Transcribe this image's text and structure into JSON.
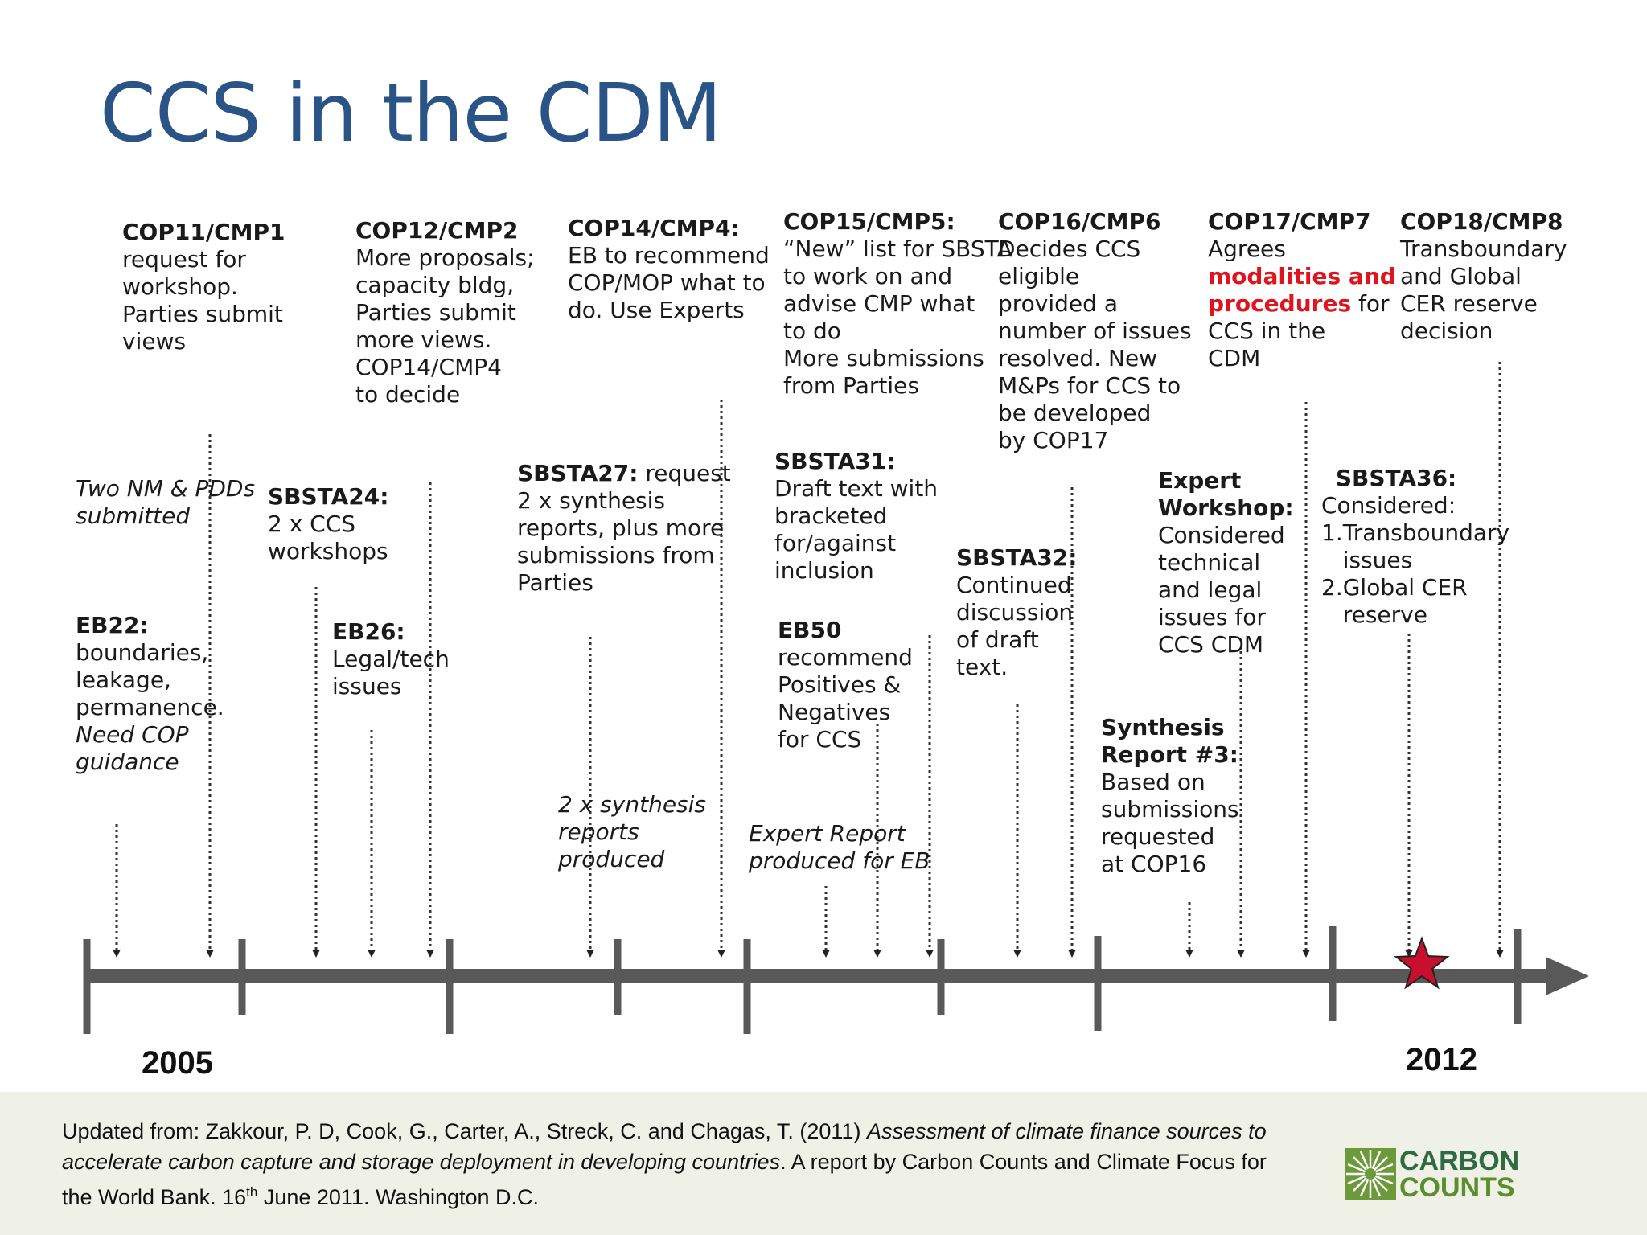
{
  "slide": {
    "title": "CCS in the CDM"
  },
  "timeline": {
    "start_year": "2005",
    "end_year": "2012"
  },
  "events": [
    {
      "id": "cop11",
      "heading": "COP11/CMP1",
      "lines": [
        "request for",
        "workshop.",
        "Parties submit",
        "views"
      ]
    },
    {
      "id": "cop12",
      "heading": "COP12/CMP2",
      "lines": [
        "More proposals;",
        "capacity bldg,",
        "Parties submit",
        "more views.",
        "COP14/CMP4",
        "to decide"
      ]
    },
    {
      "id": "cop14",
      "heading": "COP14/CMP4:",
      "lines": [
        "EB to recommend",
        "COP/MOP what to",
        "do. Use Experts"
      ]
    },
    {
      "id": "cop15",
      "heading": "COP15/CMP5:",
      "lines": [
        "“New” list for SBSTA",
        "to work on and",
        "advise CMP what",
        "to do",
        "More submissions",
        "from Parties"
      ]
    },
    {
      "id": "cop16",
      "heading": "COP16/CMP6",
      "lines": [
        "Decides CCS",
        "eligible",
        "provided a",
        "number of issues",
        "resolved. New",
        "M&Ps for CCS to",
        "be developed",
        "by COP17"
      ]
    },
    {
      "id": "cop17",
      "heading": "COP17/CMP7",
      "line1": "Agrees",
      "highlight1": "modalities and",
      "highlight2": "procedures",
      "tail2": " for",
      "line4": "CCS in the",
      "line5": "CDM"
    },
    {
      "id": "cop18",
      "heading": "COP18/CMP8",
      "lines": [
        "Transboundary",
        "and Global",
        "CER reserve",
        "decision"
      ]
    },
    {
      "id": "nm",
      "lines_italic": [
        "Two NM & PDDs",
        "submitted"
      ]
    },
    {
      "id": "sbsta24",
      "heading": "SBSTA24:",
      "lines": [
        "2 x CCS",
        "workshops"
      ]
    },
    {
      "id": "sbsta27",
      "heading": "SBSTA27:",
      "heading_tail": " request",
      "lines": [
        "2 x synthesis",
        "reports, plus more",
        "submissions from",
        "Parties"
      ]
    },
    {
      "id": "sbsta31",
      "heading": "SBSTA31:",
      "lines": [
        "Draft text with",
        "bracketed",
        "for/against",
        "inclusion"
      ]
    },
    {
      "id": "sbsta32",
      "heading": "SBSTA32:",
      "lines": [
        "Continued",
        "discussion",
        "of draft",
        "text."
      ]
    },
    {
      "id": "expert",
      "heading_lines": [
        "Expert",
        "Workshop:"
      ],
      "lines": [
        "Considered",
        "technical",
        "and legal",
        "issues for",
        "CCS CDM"
      ]
    },
    {
      "id": "sbsta36",
      "heading": "SBSTA36:",
      "lines": [
        "Considered:",
        "1.Transboundary",
        "   issues",
        "2.Global CER",
        "   reserve"
      ]
    },
    {
      "id": "eb22",
      "heading": "EB22:",
      "lines": [
        "boundaries,",
        "leakage,",
        "permanence."
      ],
      "lines_italic": [
        "Need COP",
        "guidance"
      ]
    },
    {
      "id": "eb26",
      "heading": "EB26:",
      "lines": [
        "Legal/tech",
        "issues"
      ]
    },
    {
      "id": "eb50",
      "heading": "EB50",
      "lines": [
        "recommend",
        "Positives &",
        "Negatives",
        "for CCS"
      ]
    },
    {
      "id": "synth",
      "heading_lines": [
        "Synthesis",
        "Report #3:"
      ],
      "lines": [
        "Based on",
        "submissions",
        "requested",
        "at COP16"
      ]
    },
    {
      "id": "synth2x",
      "lines_italic": [
        "2 x synthesis",
        "reports",
        "produced"
      ]
    },
    {
      "id": "expertreport",
      "lines_italic": [
        "Expert Report",
        "produced for EB"
      ]
    }
  ],
  "footer": {
    "ref_part1": "Updated from: Zakkour, P. D, Cook, G., Carter, A., Streck, C. and Chagas, T. (2011) ",
    "ref_title1": "Assessment of climate finance sources to",
    "ref_title2": "accelerate carbon capture and storage deployment in developing countries",
    "ref_part2": ". A report by Carbon Counts and Climate Focus for",
    "ref_part3a": "the World Bank. 16",
    "ref_sup": "th",
    "ref_part3b": " June 2011. Washington D.C.",
    "logo_line1": "CARBON",
    "logo_line2": "COUNTS"
  },
  "colors": {
    "title": "#2a5487",
    "axis": "#595959",
    "highlight": "#e0141e",
    "star": "#c8102e",
    "logo_dark": "#2f6a41",
    "logo_light": "#5b8f2e",
    "footer_bg": "#eff0e6"
  }
}
